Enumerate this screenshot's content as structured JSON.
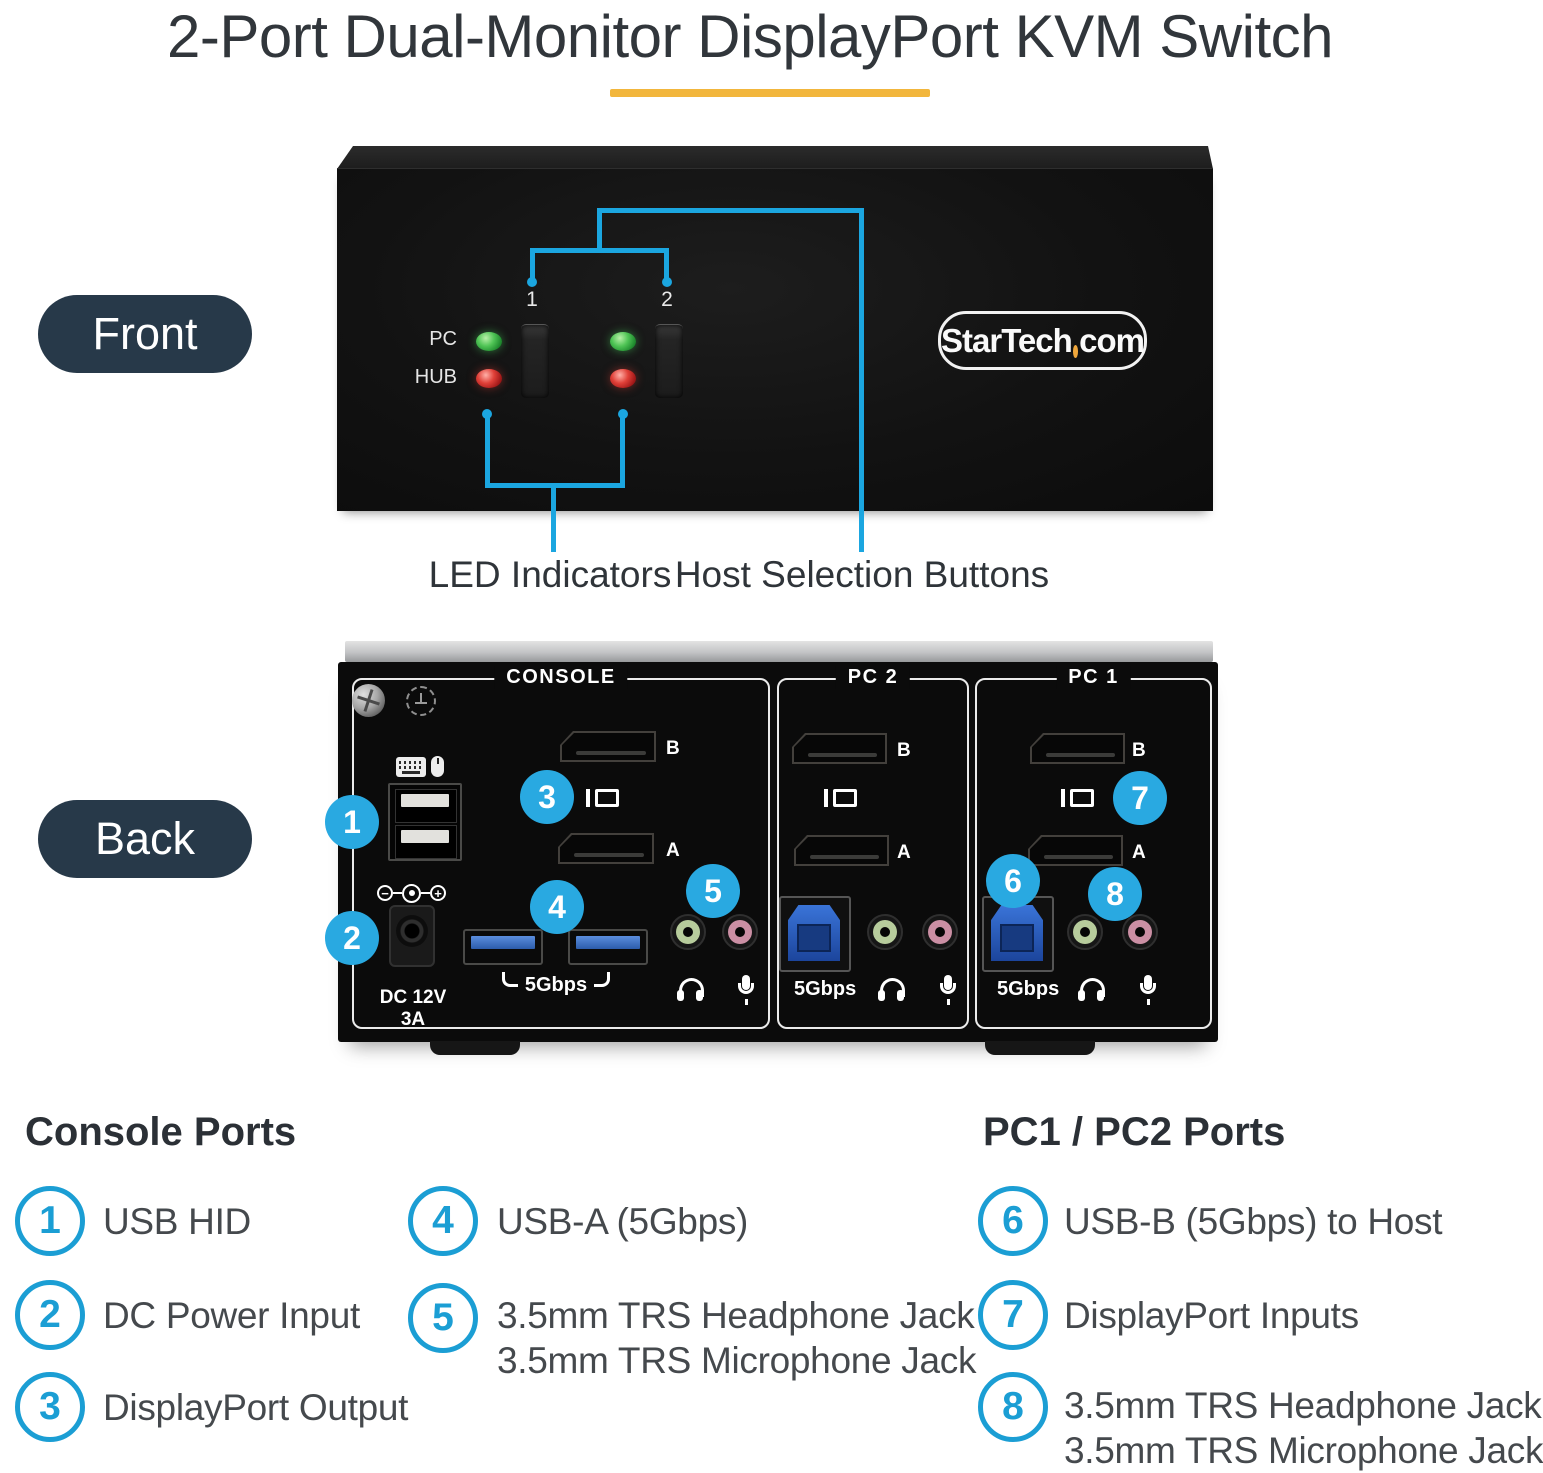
{
  "colors": {
    "accent_blue": "#1ba6e0",
    "underline_yellow": "#f2b63c",
    "pill_navy": "#273949",
    "logo_dot_orange": "#f0a73c",
    "led_green": "#3fae49",
    "led_red": "#cc2229",
    "jack_green": "#b7cc9c",
    "jack_pink": "#cb8fa4",
    "usb_blue": "#2f6ac6"
  },
  "title": {
    "text": "2-Port Dual-Monitor DisplayPort KVM Switch"
  },
  "front": {
    "label": "Front",
    "port_numbers": [
      "1",
      "2"
    ],
    "led_labels": [
      "PC",
      "HUB"
    ],
    "logo": {
      "part1": "StarTech",
      "part2": "com"
    },
    "callout_led": "LED Indicators",
    "callout_buttons": "Host Selection Buttons"
  },
  "back": {
    "label": "Back",
    "sections": [
      {
        "name": "CONSOLE",
        "dp_b": "B",
        "dp_a": "A",
        "power_label": "DC 12V 3A",
        "usb_label": "5Gbps"
      },
      {
        "name": "PC 2",
        "dp_b": "B",
        "dp_a": "A",
        "usb_label": "5Gbps"
      },
      {
        "name": "PC 1",
        "dp_b": "B",
        "dp_a": "A",
        "usb_label": "5Gbps"
      }
    ],
    "badges": [
      "1",
      "2",
      "3",
      "4",
      "5",
      "6",
      "7",
      "8"
    ]
  },
  "legend": {
    "columns": [
      {
        "heading": "Console Ports",
        "items": [
          {
            "num": "1",
            "lines": [
              "USB HID"
            ]
          },
          {
            "num": "2",
            "lines": [
              "DC Power Input"
            ]
          },
          {
            "num": "3",
            "lines": [
              "DisplayPort Output"
            ]
          }
        ]
      },
      {
        "heading": "",
        "items": [
          {
            "num": "4",
            "lines": [
              "USB-A (5Gbps)"
            ]
          },
          {
            "num": "5",
            "lines": [
              "3.5mm TRS Headphone Jack",
              "3.5mm TRS Microphone Jack"
            ]
          }
        ]
      },
      {
        "heading": "PC1 / PC2 Ports",
        "items": [
          {
            "num": "6",
            "lines": [
              "USB-B (5Gbps) to Host"
            ]
          },
          {
            "num": "7",
            "lines": [
              "DisplayPort Inputs"
            ]
          },
          {
            "num": "8",
            "lines": [
              "3.5mm TRS Headphone Jack",
              "3.5mm TRS Microphone Jack"
            ]
          }
        ]
      }
    ]
  }
}
